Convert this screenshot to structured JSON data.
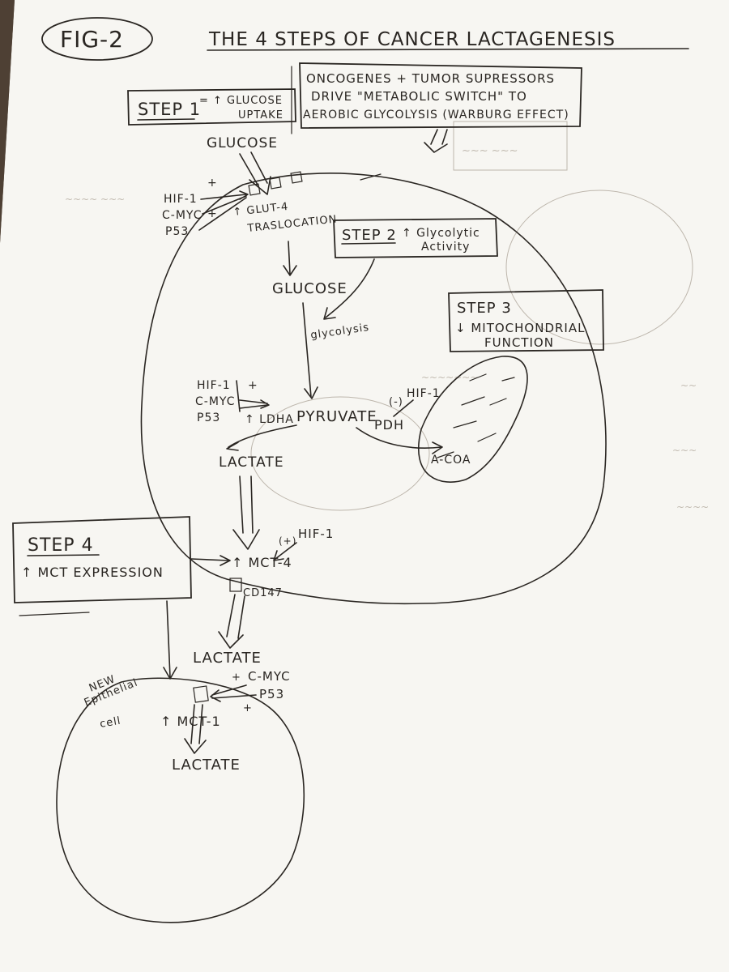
{
  "figure_label": "FIG-2",
  "title": "THE 4 STEPS OF CANCER LACTAGENESIS",
  "header_note": {
    "line1": "ONCOGENES + TUMOR SUPRESSORS",
    "line2": "DRIVE \"METABOLIC SWITCH\" TO",
    "line3": "AEROBIC GLYCOLYSIS (WARBURG EFFECT)"
  },
  "steps": {
    "step1": {
      "label": "STEP 1",
      "text1": "= ↑ GLUCOSE",
      "text2": "UPTAKE"
    },
    "step2": {
      "label": "STEP 2",
      "text1": "↑ Glycolytic",
      "text2": "Activity"
    },
    "step3": {
      "label": "STEP 3",
      "text1": "↓ MITOCHONDRIAL",
      "text2": "FUNCTION"
    },
    "step4": {
      "label": "STEP 4",
      "text1": "↑ MCT EXPRESSION"
    }
  },
  "molecules": {
    "glucose_outside": "GLUCOSE",
    "glut_label": "↑ GLUT-4",
    "glut_label2": "TRASLOCATION",
    "glucose_inside": "GLUCOSE",
    "glycolysis": "glycolysis",
    "pyruvate": "PYRUVATE",
    "pdh": "PDH",
    "acoa": "A-COA",
    "ldha": "↑ LDHA",
    "lactate_inside": "LACTATE",
    "mct4": "↑ MCT-4",
    "cd147": "CD147",
    "lactate_outside": "LACTATE",
    "mct1": "↑ MCT-1",
    "lactate_new_cell": "LACTATE",
    "new_cell_label1": "NEW",
    "new_cell_label2": "Epithelial",
    "new_cell_label3": "cell"
  },
  "regulators": {
    "group1": [
      "HIF-1",
      "C-MYC",
      "P53"
    ],
    "group2": [
      "HIF-1",
      "C-MYC",
      "P53"
    ],
    "pdh_reg": "HIF-1",
    "pdh_sign": "(-)",
    "mct4_reg": "HIF-1",
    "mct4_sign": "(+)",
    "mct1_reg1": "C-MYC",
    "mct1_reg2": "P53",
    "plus": "+"
  }
}
